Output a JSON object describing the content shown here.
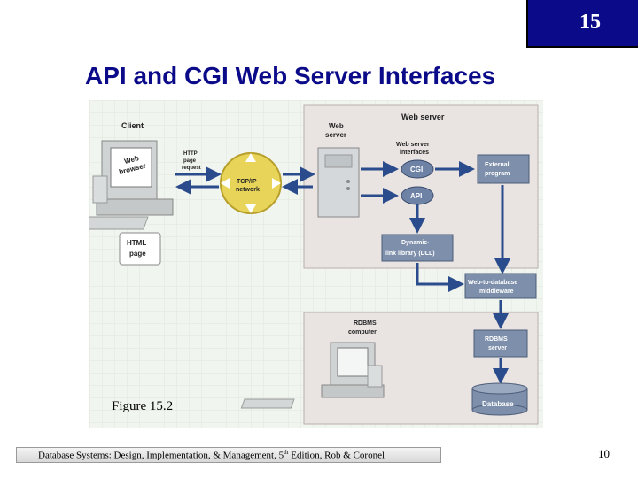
{
  "slide": {
    "chapter": "15",
    "title": "API and CGI Web Server Interfaces",
    "figure_caption": "Figure 15.2",
    "footer_pre": "Database Systems: Design, Implementation, & Management, 5",
    "footer_sup": "th",
    "footer_post": " Edition, Rob & Coronel",
    "page_number": "10"
  },
  "diagram": {
    "client_label": "Client",
    "web_browser_label_1": "Web",
    "web_browser_label_2": "browser",
    "http_label_1": "HTTP",
    "http_label_2": "page",
    "http_label_3": "request",
    "network_label_1": "TCP/IP",
    "network_label_2": "network",
    "html_page_label_1": "HTML",
    "html_page_label_2": "page",
    "web_server_panel_label": "Web server",
    "web_server_label_1": "Web",
    "web_server_label_2": "server",
    "interfaces_label_1": "Web server",
    "interfaces_label_2": "interfaces",
    "cgi_label": "CGI",
    "api_label": "API",
    "external_program_label_1": "External",
    "external_program_label_2": "program",
    "dll_label_1": "Dynamic-",
    "dll_label_2": "link library (DLL)",
    "middleware_label_1": "Web-to-database",
    "middleware_label_2": "middleware",
    "rdbms_computer_label_1": "RDBMS",
    "rdbms_computer_label_2": "computer",
    "rdbms_server_label_1": "RDBMS",
    "rdbms_server_label_2": "server",
    "database_label": "Database"
  },
  "colors": {
    "title_blue": "#0b0b8a",
    "arrow_blue": "#2a4b8c",
    "panel_fill": "#e9e3e1",
    "box_fill": "#7d8faa",
    "network_yellow": "#e9d45a"
  }
}
